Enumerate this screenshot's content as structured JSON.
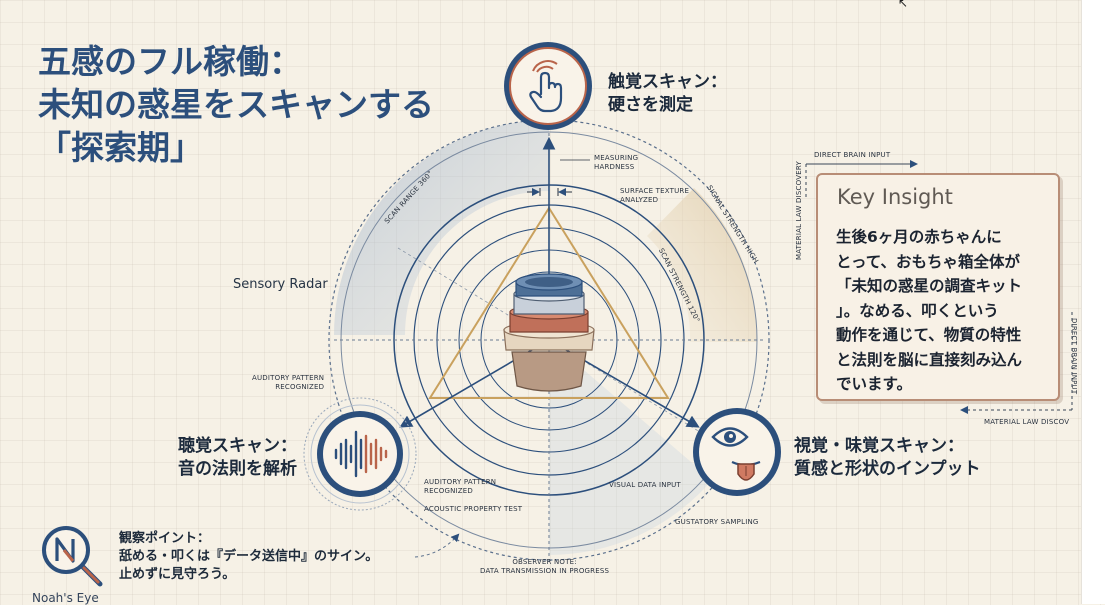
{
  "title": {
    "line1": "五感のフル稼働：",
    "line2": "未知の惑星をスキャンする",
    "line3": "「探索期」"
  },
  "touch": {
    "line1": "触覚スキャン：",
    "line2": "硬さを測定"
  },
  "hearing": {
    "line1": "聴覚スキャン：",
    "line2": "音の法則を解析"
  },
  "vision_taste": {
    "line1": "視覚・味覚スキャン：",
    "line2": "質感と形状のインプット"
  },
  "radar_label": "Sensory Radar",
  "annotations": {
    "measuring": "MEASURING",
    "hardness": "HARDNESS",
    "surface_texture": "SURFACE TEXTURE",
    "analyzed": "ANALYZED",
    "scan_range": "SCAN RANGE 360°",
    "signal_strength": "SIGNAL STRENGTH HIGH",
    "scan_strength": "SCAN STRENGTH 120°",
    "auditory_top_1": "AUDITORY PATTERN",
    "auditory_top_2": "RECOGNIZED",
    "auditory_bottom_1": "AUDITORY PATTERN",
    "auditory_bottom_2": "RECOGNIZED",
    "acoustic_test": "ACOUSTIC PROPERTY TEST",
    "visual_input": "VISUAL DATA INPUT",
    "gustatory": "GUSTATORY SAMPLING",
    "observer_1": "OBSERVER NOTE:",
    "observer_2": "DATA TRANSMISSION IN PROGRESS",
    "direct_brain_top": "DIRECT BRAIN INPUT",
    "direct_brain_side": "DIRECT BRAIN INPUT",
    "material_law_side": "MATERIAL LAW DISCOVERY",
    "material_law_bottom": "MATERIAL LAW DISCOV"
  },
  "insight": {
    "title": "Key Insight",
    "lines": [
      "生後6ヶ月の赤ちゃんに",
      "とって、おもちゃ箱全体が",
      "「未知の惑星の調査キット",
      "」。なめる、叩くという",
      "動作を通じて、物質の特性",
      "と法則を脳に直接刻み込ん",
      "でいます。"
    ]
  },
  "observation": {
    "line1": "観察ポイント：",
    "line2": "舐める・叩くは『データ送信中』のサイン。",
    "line3": "止めずに見守ろう。"
  },
  "brand": "Noah's Eye",
  "colors": {
    "navy": "#2c4f7c",
    "rust": "#b9644a",
    "gold": "#c9a15e",
    "background": "#f6f1e6"
  },
  "icons": [
    "touch-hand-icon",
    "sound-wave-icon",
    "eye-icon",
    "tongue-icon",
    "magnifier-n-icon",
    "stacking-cup-icon"
  ]
}
